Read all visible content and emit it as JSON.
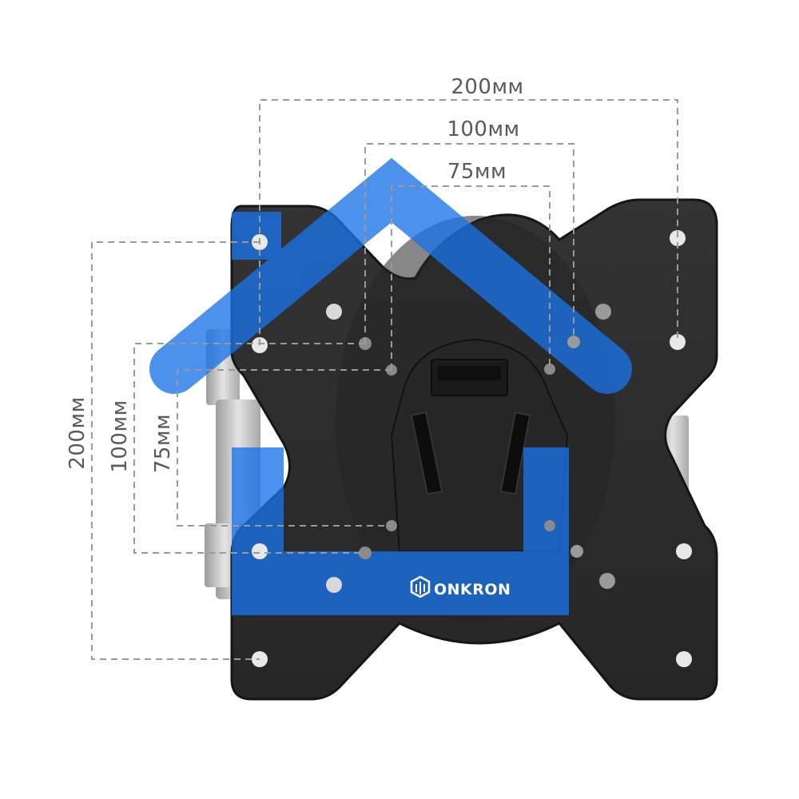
{
  "dimensions": {
    "horizontal": [
      {
        "label": "200мм"
      },
      {
        "label": "100мм"
      },
      {
        "label": "75мм"
      }
    ],
    "vertical": [
      {
        "label": "200мм"
      },
      {
        "label": "100мм"
      },
      {
        "label": "75мм"
      }
    ]
  },
  "brand": {
    "name": "ONKRON"
  },
  "colors": {
    "plate": "#2b2b2b",
    "plate_edge": "#151515",
    "overlay_blue": "#1a73e8",
    "arm_silver": "#c9c9c9",
    "dim_line": "#9a9a9a",
    "dim_text": "#5a5a5a"
  },
  "icons": {
    "brand_logo": "onkron-cube-icon"
  }
}
